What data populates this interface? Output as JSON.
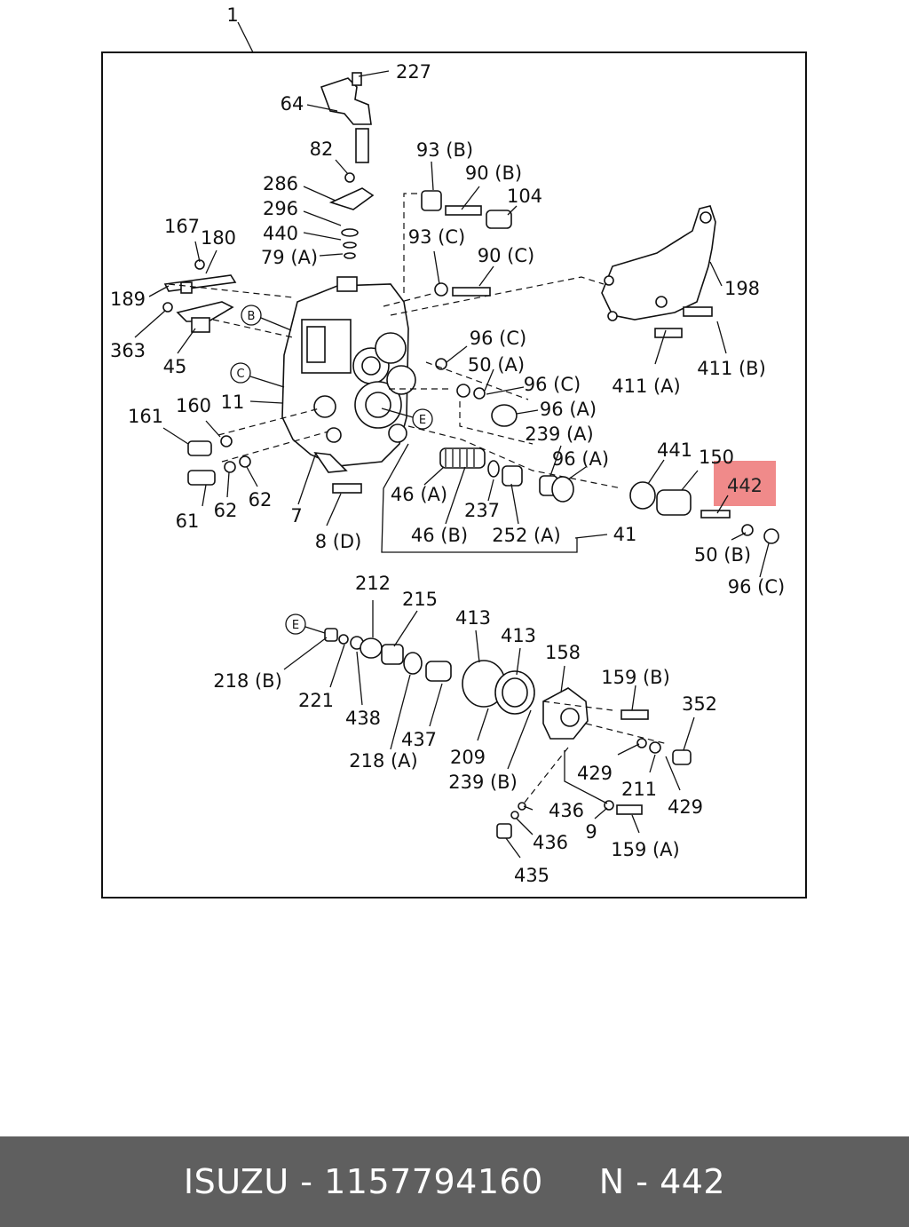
{
  "diagram": {
    "assembly_label": "1",
    "highlight": {
      "label": "442",
      "color": "#f08a8a"
    },
    "part_labels": [
      "227",
      "64",
      "82",
      "286",
      "296",
      "440",
      "79 (A)",
      "167",
      "180",
      "189",
      "363",
      "45",
      "93 (B)",
      "90 (B)",
      "104",
      "93 (C)",
      "90 (C)",
      "198",
      "96 (C)",
      "50 (A)",
      "96 (C)",
      "96 (A)",
      "239 (A)",
      "411 (A)",
      "411 (B)",
      "441",
      "150",
      "96 (A)",
      "160",
      "161",
      "11",
      "61",
      "62",
      "62",
      "7",
      "8 (D)",
      "46 (A)",
      "46 (B)",
      "237",
      "252 (A)",
      "41",
      "50 (B)",
      "96 (C)",
      "212",
      "215",
      "413",
      "413",
      "158",
      "218 (B)",
      "221",
      "438",
      "437",
      "218 (A)",
      "209",
      "239 (B)",
      "159 (B)",
      "352",
      "429",
      "211",
      "429",
      "436",
      "436",
      "9",
      "159 (A)",
      "435"
    ],
    "circled_refs": [
      "B",
      "C",
      "E",
      "E"
    ]
  },
  "footer": {
    "brand": "ISUZU",
    "separator": " - ",
    "part_number": "1157794160",
    "ref": "N - 442"
  }
}
